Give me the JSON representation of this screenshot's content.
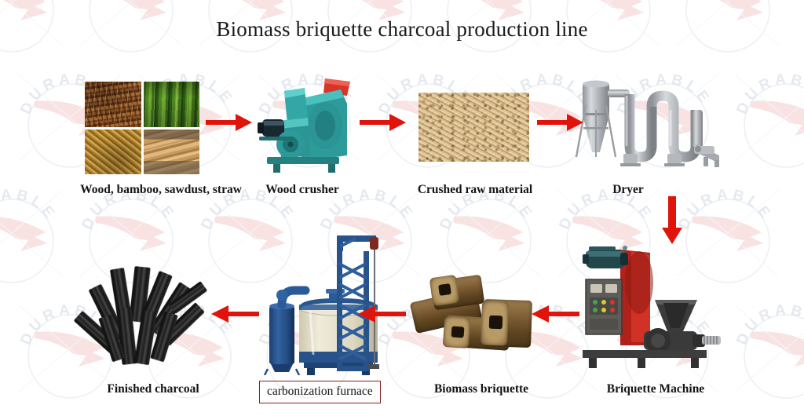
{
  "page": {
    "title": "Biomass briquette charcoal production line",
    "background_color": "#ffffff",
    "arrow_color": "#e1140c",
    "highlight_box_color": "#8d1d1d",
    "watermark_text": "DURABLE"
  },
  "flow": {
    "steps": [
      {
        "id": "raw-materials",
        "label": "Wood, bamboo, sawdust, straw",
        "art": "photo-collage-wood-bamboo-straw-planks",
        "row": 1,
        "order": 1,
        "highlighted": false
      },
      {
        "id": "wood-crusher",
        "label": "Wood crusher",
        "art": "machine-wood-crusher",
        "row": 1,
        "order": 2,
        "highlighted": false
      },
      {
        "id": "crushed-raw-material",
        "label": "Crushed raw material",
        "art": "photo-sawdust",
        "row": 1,
        "order": 3,
        "highlighted": false
      },
      {
        "id": "dryer",
        "label": "Dryer",
        "art": "machine-airflow-dryer",
        "row": 1,
        "order": 4,
        "highlighted": false
      },
      {
        "id": "briquette-machine",
        "label": "Briquette Machine",
        "art": "machine-briquette-press",
        "row": 2,
        "order": 5,
        "highlighted": false
      },
      {
        "id": "biomass-briquette",
        "label": "Biomass briquette",
        "art": "photo-briquette-logs",
        "row": 2,
        "order": 6,
        "highlighted": false
      },
      {
        "id": "carbonization-furnace",
        "label": "carbonization furnace",
        "art": "machine-carbonization-furnace",
        "row": 2,
        "order": 7,
        "highlighted": true
      },
      {
        "id": "finished-charcoal",
        "label": "Finished charcoal",
        "art": "photo-charcoal-pile",
        "row": 2,
        "order": 8,
        "highlighted": false
      }
    ],
    "arrows": [
      {
        "id": "arrow-raw-to-crusher",
        "direction": "right"
      },
      {
        "id": "arrow-crusher-to-crushed",
        "direction": "right"
      },
      {
        "id": "arrow-crushed-to-dryer",
        "direction": "right"
      },
      {
        "id": "arrow-dryer-to-briquette-machine",
        "direction": "down"
      },
      {
        "id": "arrow-briquette-machine-to-briquette",
        "direction": "left"
      },
      {
        "id": "arrow-briquette-to-furnace",
        "direction": "left"
      },
      {
        "id": "arrow-furnace-to-charcoal",
        "direction": "left"
      }
    ]
  }
}
